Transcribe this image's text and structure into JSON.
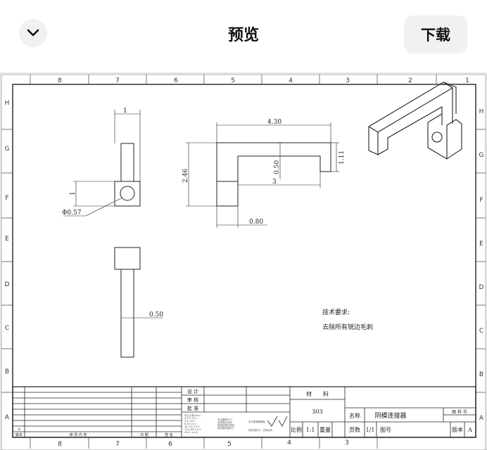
{
  "header": {
    "title": "预览",
    "download_label": "下载",
    "back_icon": "chevron-down-icon"
  },
  "drawing": {
    "columns": [
      "8",
      "7",
      "6",
      "5",
      "4",
      "3",
      "2",
      "1"
    ],
    "rows": [
      "H",
      "G",
      "F",
      "E",
      "D",
      "C",
      "B",
      "A"
    ],
    "dims": {
      "side_width": "1",
      "side_height": "1",
      "hole_dia": "Φ0.57",
      "total_length": "4.30",
      "total_height": "2.46",
      "bar_thickness": "0.50",
      "leg_height": "1.11",
      "inner_span": "3",
      "leg_width": "0.80",
      "bottom_width": "0.50"
    },
    "notes": {
      "title": "技术要求:",
      "line1": "去除所有锐边毛刺"
    },
    "title_block": {
      "design": "设 计",
      "review": "审 核",
      "approve": "批 准",
      "material_label": "材　　料",
      "material": "303",
      "name_label": "名称",
      "name": "阴模连接器",
      "part_no_label": "图 样 号",
      "scale_label": "比例",
      "scale": "1:1",
      "weight_label": "重量",
      "pages_label": "页数",
      "pages": "1/1",
      "drawing_no_label": "图号",
      "version_label": "版本",
      "version": "A",
      "rev_version": "版本",
      "rev_content": "修 改 内 容",
      "rev_date": "日 期",
      "rev_sign": "签 名",
      "rev_entry": "A",
      "tolerance_lines": [
        "未注公差(mm)",
        "0.5-3 ±0.1",
        "3-6 ±0.1",
        "6-30 ±0.2",
        "30-120 ±0.3",
        "120-400 ±0.5",
        "400+ ±0.8"
      ],
      "notes_lines": [
        "未注圆角R0.2",
        "去除锐边毛刺",
        "表面处理见说明",
        "其余按标准执行"
      ],
      "finish_note": "未注表面粗糙度",
      "finish_note2": "按标准执行，去除毛刺"
    }
  }
}
